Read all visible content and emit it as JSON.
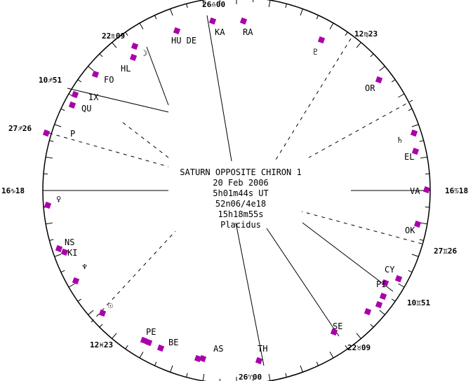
{
  "chart_info": {
    "title": "SATURN OPPOSITE CHIRON 1",
    "date": "20 Feb 2006",
    "time": "5h01m44s UT",
    "location": "52n06/4e18",
    "sidereal_time": "15h18m55s",
    "house_system": "Placidus"
  },
  "colors": {
    "marker": "#aa00aa",
    "line": "#000000",
    "background": "#ffffff"
  },
  "cusps": [
    {
      "label": "26♎00"
    },
    {
      "label": "12♍23"
    },
    {
      "label": "22♏09"
    },
    {
      "label": "10♐51"
    },
    {
      "label": "27♐26"
    },
    {
      "label": "16♑18"
    },
    {
      "label": "16♋18"
    },
    {
      "label": "27♊26"
    },
    {
      "label": "10♊51"
    },
    {
      "label": "22♉09"
    },
    {
      "label": "12♓23"
    },
    {
      "label": "26♈00"
    }
  ],
  "bodies": [
    {
      "name": "Hu",
      "glyph": "HU DE"
    },
    {
      "name": "Ka",
      "glyph": "KA"
    },
    {
      "name": "Ra",
      "glyph": "RA"
    },
    {
      "name": "Pluto",
      "glyph": "♇"
    },
    {
      "name": "Or",
      "glyph": "OR"
    },
    {
      "name": "Saturn",
      "glyph": "♄"
    },
    {
      "name": "El",
      "glyph": "EL"
    },
    {
      "name": "Va",
      "glyph": "VA"
    },
    {
      "name": "Ok",
      "glyph": "OK"
    },
    {
      "name": "Cy",
      "glyph": "CY"
    },
    {
      "name": "Pi",
      "glyph": "PI"
    },
    {
      "name": "Se",
      "glyph": "SE"
    },
    {
      "name": "Th",
      "glyph": "TH"
    },
    {
      "name": "As",
      "glyph": "AS"
    },
    {
      "name": "Be",
      "glyph": "BE"
    },
    {
      "name": "Pe",
      "glyph": "PE"
    },
    {
      "name": "Sun",
      "glyph": "☉"
    },
    {
      "name": "Neptune",
      "glyph": "♆"
    },
    {
      "name": "Ki",
      "glyph": "KI"
    },
    {
      "name": "Ns",
      "glyph": "NS"
    },
    {
      "name": "Venus",
      "glyph": "♀"
    },
    {
      "name": "P",
      "glyph": "P"
    },
    {
      "name": "Qu",
      "glyph": "QU"
    },
    {
      "name": "Ix",
      "glyph": "IX"
    },
    {
      "name": "Fo",
      "glyph": "FO"
    },
    {
      "name": "Moon",
      "glyph": "☽"
    },
    {
      "name": "Hl",
      "glyph": "HL"
    }
  ]
}
